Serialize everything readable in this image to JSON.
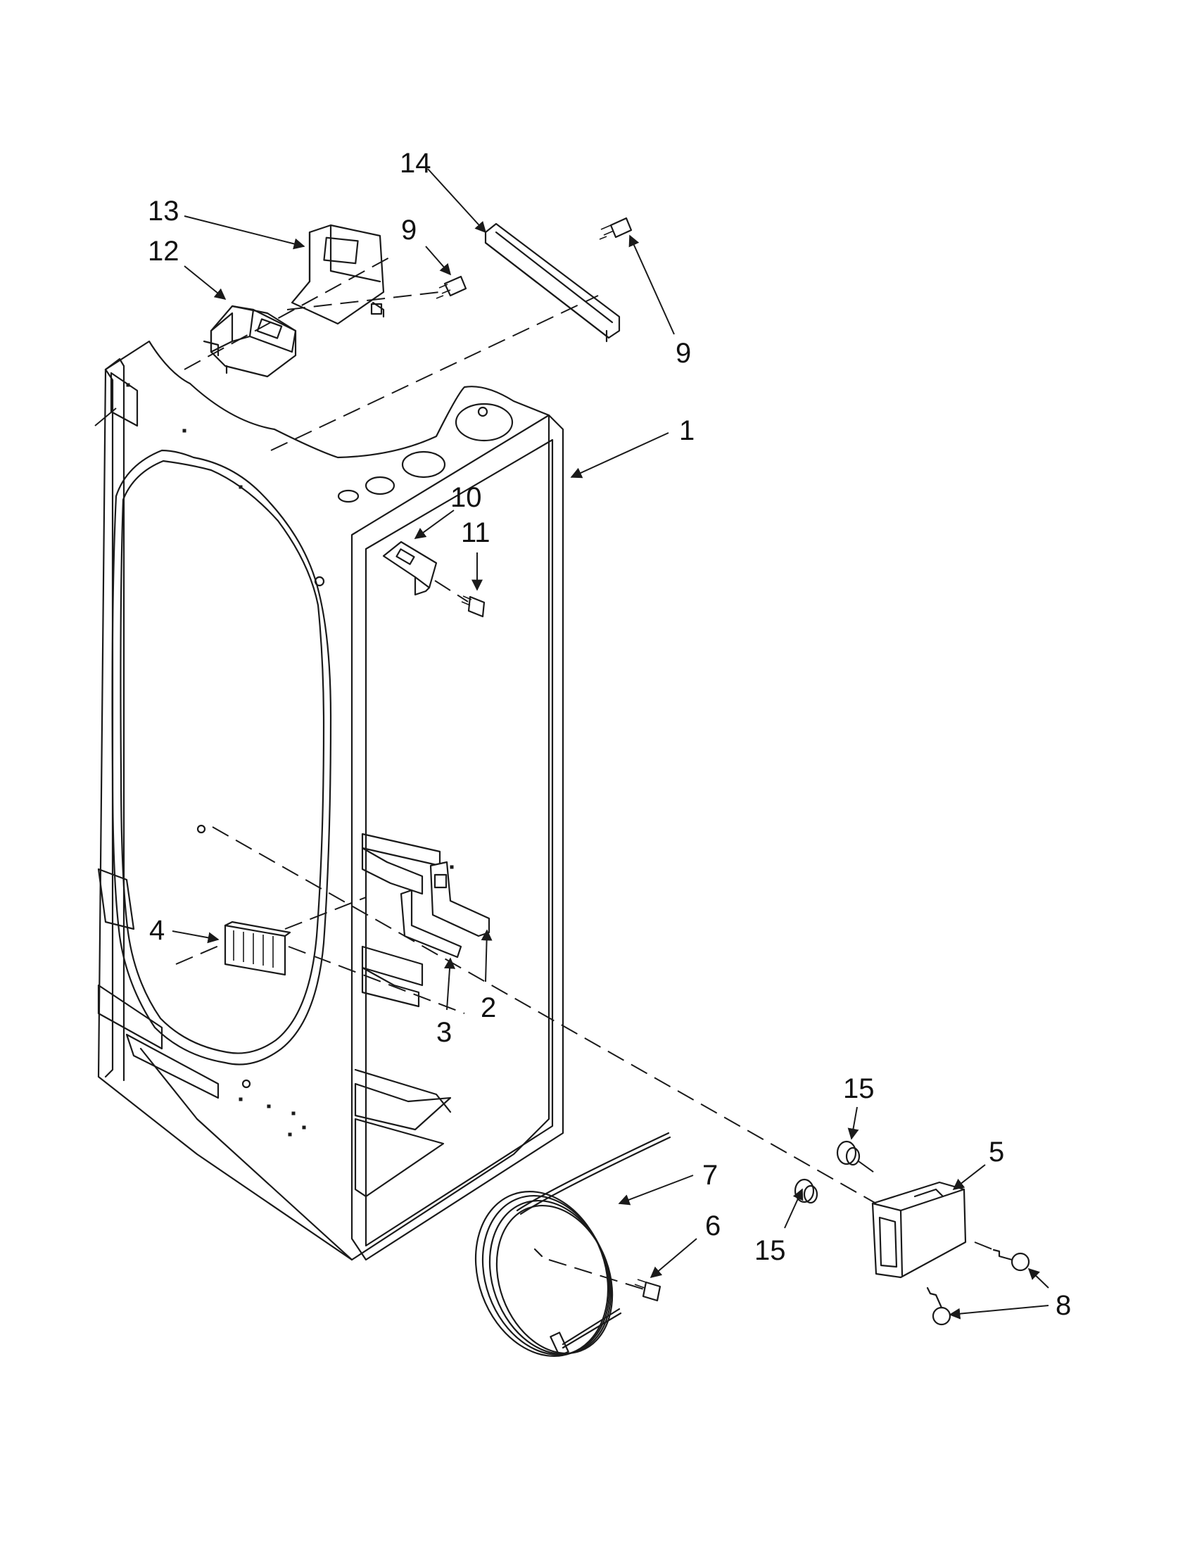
{
  "diagram": {
    "callouts": [
      {
        "id": "c1",
        "label": "1"
      },
      {
        "id": "c2",
        "label": "2"
      },
      {
        "id": "c3",
        "label": "3"
      },
      {
        "id": "c4",
        "label": "4"
      },
      {
        "id": "c5",
        "label": "5"
      },
      {
        "id": "c6",
        "label": "6"
      },
      {
        "id": "c7",
        "label": "7"
      },
      {
        "id": "c8",
        "label": "8"
      },
      {
        "id": "c9a",
        "label": "9"
      },
      {
        "id": "c9b",
        "label": "9"
      },
      {
        "id": "c10",
        "label": "10"
      },
      {
        "id": "c11",
        "label": "11"
      },
      {
        "id": "c12",
        "label": "12"
      },
      {
        "id": "c13",
        "label": "13"
      },
      {
        "id": "c14",
        "label": "14"
      },
      {
        "id": "c15a",
        "label": "15"
      },
      {
        "id": "c15b",
        "label": "15"
      }
    ]
  }
}
